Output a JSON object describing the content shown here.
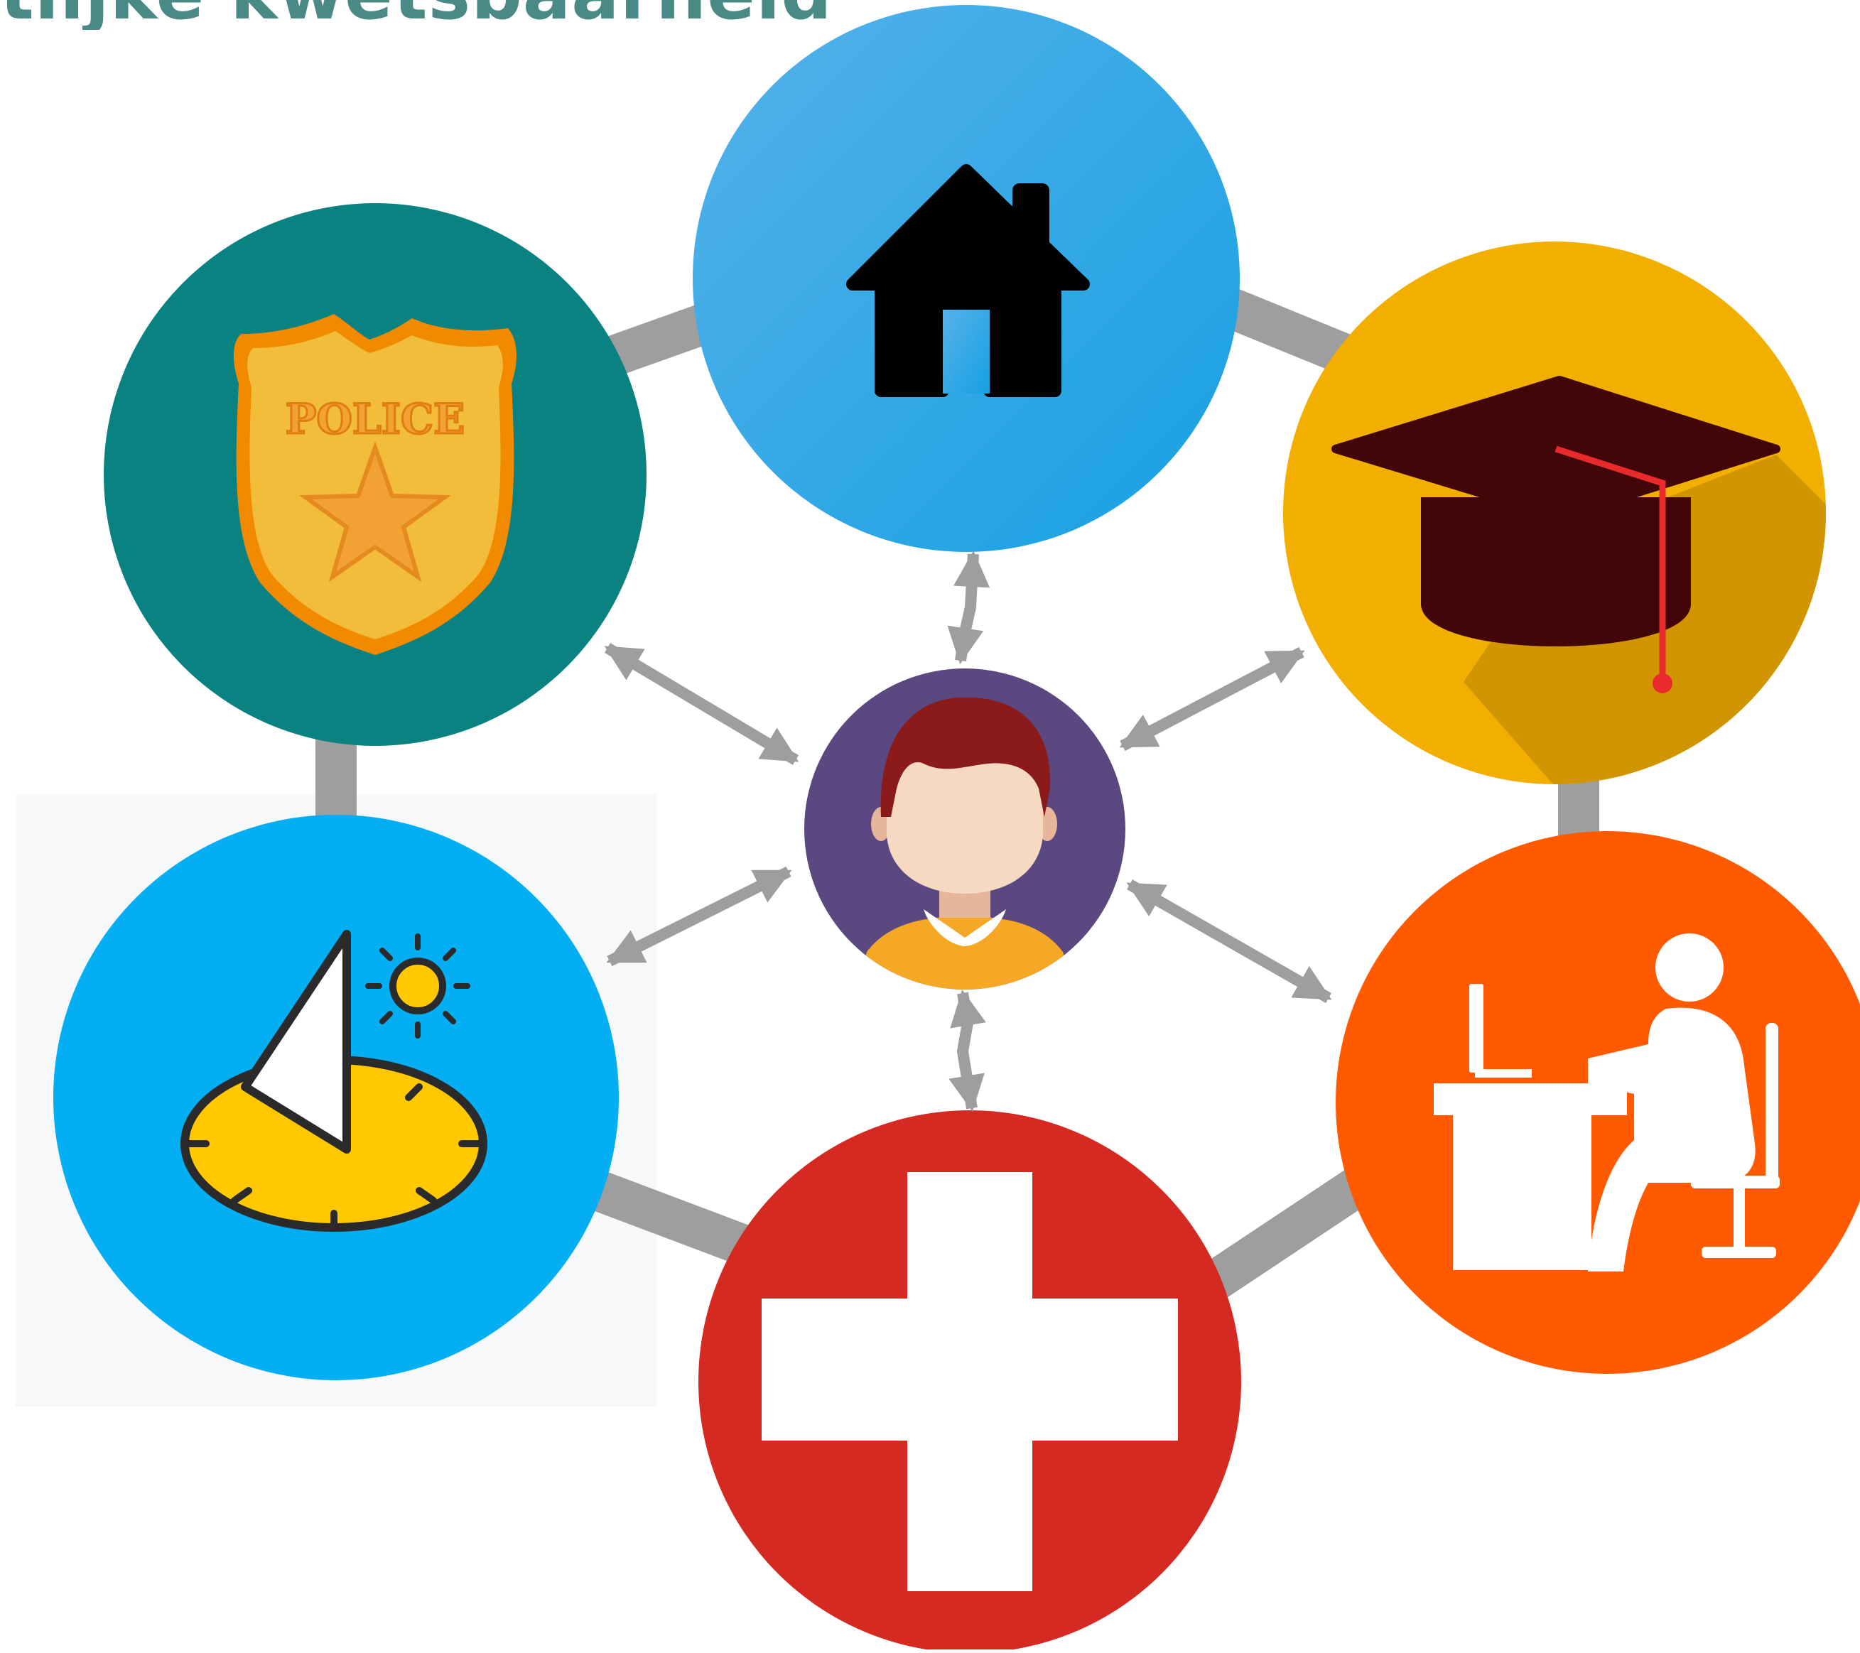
{
  "title": "tlijke kwetsbaarheid",
  "badge_text": "POLICE",
  "colors": {
    "title": "#4a8a86",
    "police": "#0a8282",
    "home": "#2aa8e6",
    "education": "#f2af00",
    "work": "#ff5a00",
    "health": "#d42a22",
    "time": "#03aef2",
    "person": "#5c4880",
    "connector": "#9e9e9e"
  },
  "nodes": [
    {
      "id": "police",
      "icon": "police-badge-icon"
    },
    {
      "id": "home",
      "icon": "house-icon"
    },
    {
      "id": "education",
      "icon": "graduation-cap-icon"
    },
    {
      "id": "work",
      "icon": "person-at-desk-icon"
    },
    {
      "id": "health",
      "icon": "red-cross-icon"
    },
    {
      "id": "time",
      "icon": "sundial-icon"
    },
    {
      "id": "person",
      "icon": "person-avatar-icon"
    }
  ]
}
